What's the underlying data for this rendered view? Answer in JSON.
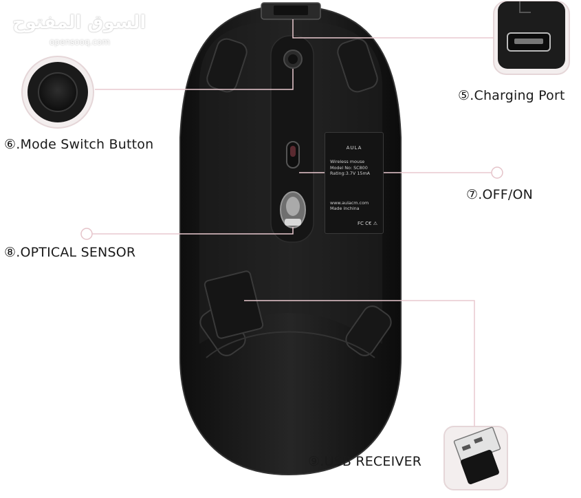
{
  "watermark": {
    "arabic": "السوق المفتوح",
    "latin": "opensooq.com"
  },
  "callouts": {
    "charging_port": "⑤.Charging Port",
    "mode_switch": "⑥.Mode Switch Button",
    "off_on": "⑦.OFF/ON",
    "optical_sensor": "⑧.OPTICAL SENSOR",
    "usb_receiver": "⑨.USB RECEIVER"
  },
  "product_label": {
    "brand": "AULA",
    "product": "Wireless mouse",
    "model": "Model No: SC800",
    "rating": "Rating:3.7V  15mA",
    "site": "www.aulacm.com",
    "origin": "Made inchina",
    "certs": "FC C€ ⚠"
  },
  "colors": {
    "background": "#ffffff",
    "mouse_body": "#1b1b1b",
    "callout_line": "#e9c9cf",
    "text": "#1a1a1a"
  }
}
